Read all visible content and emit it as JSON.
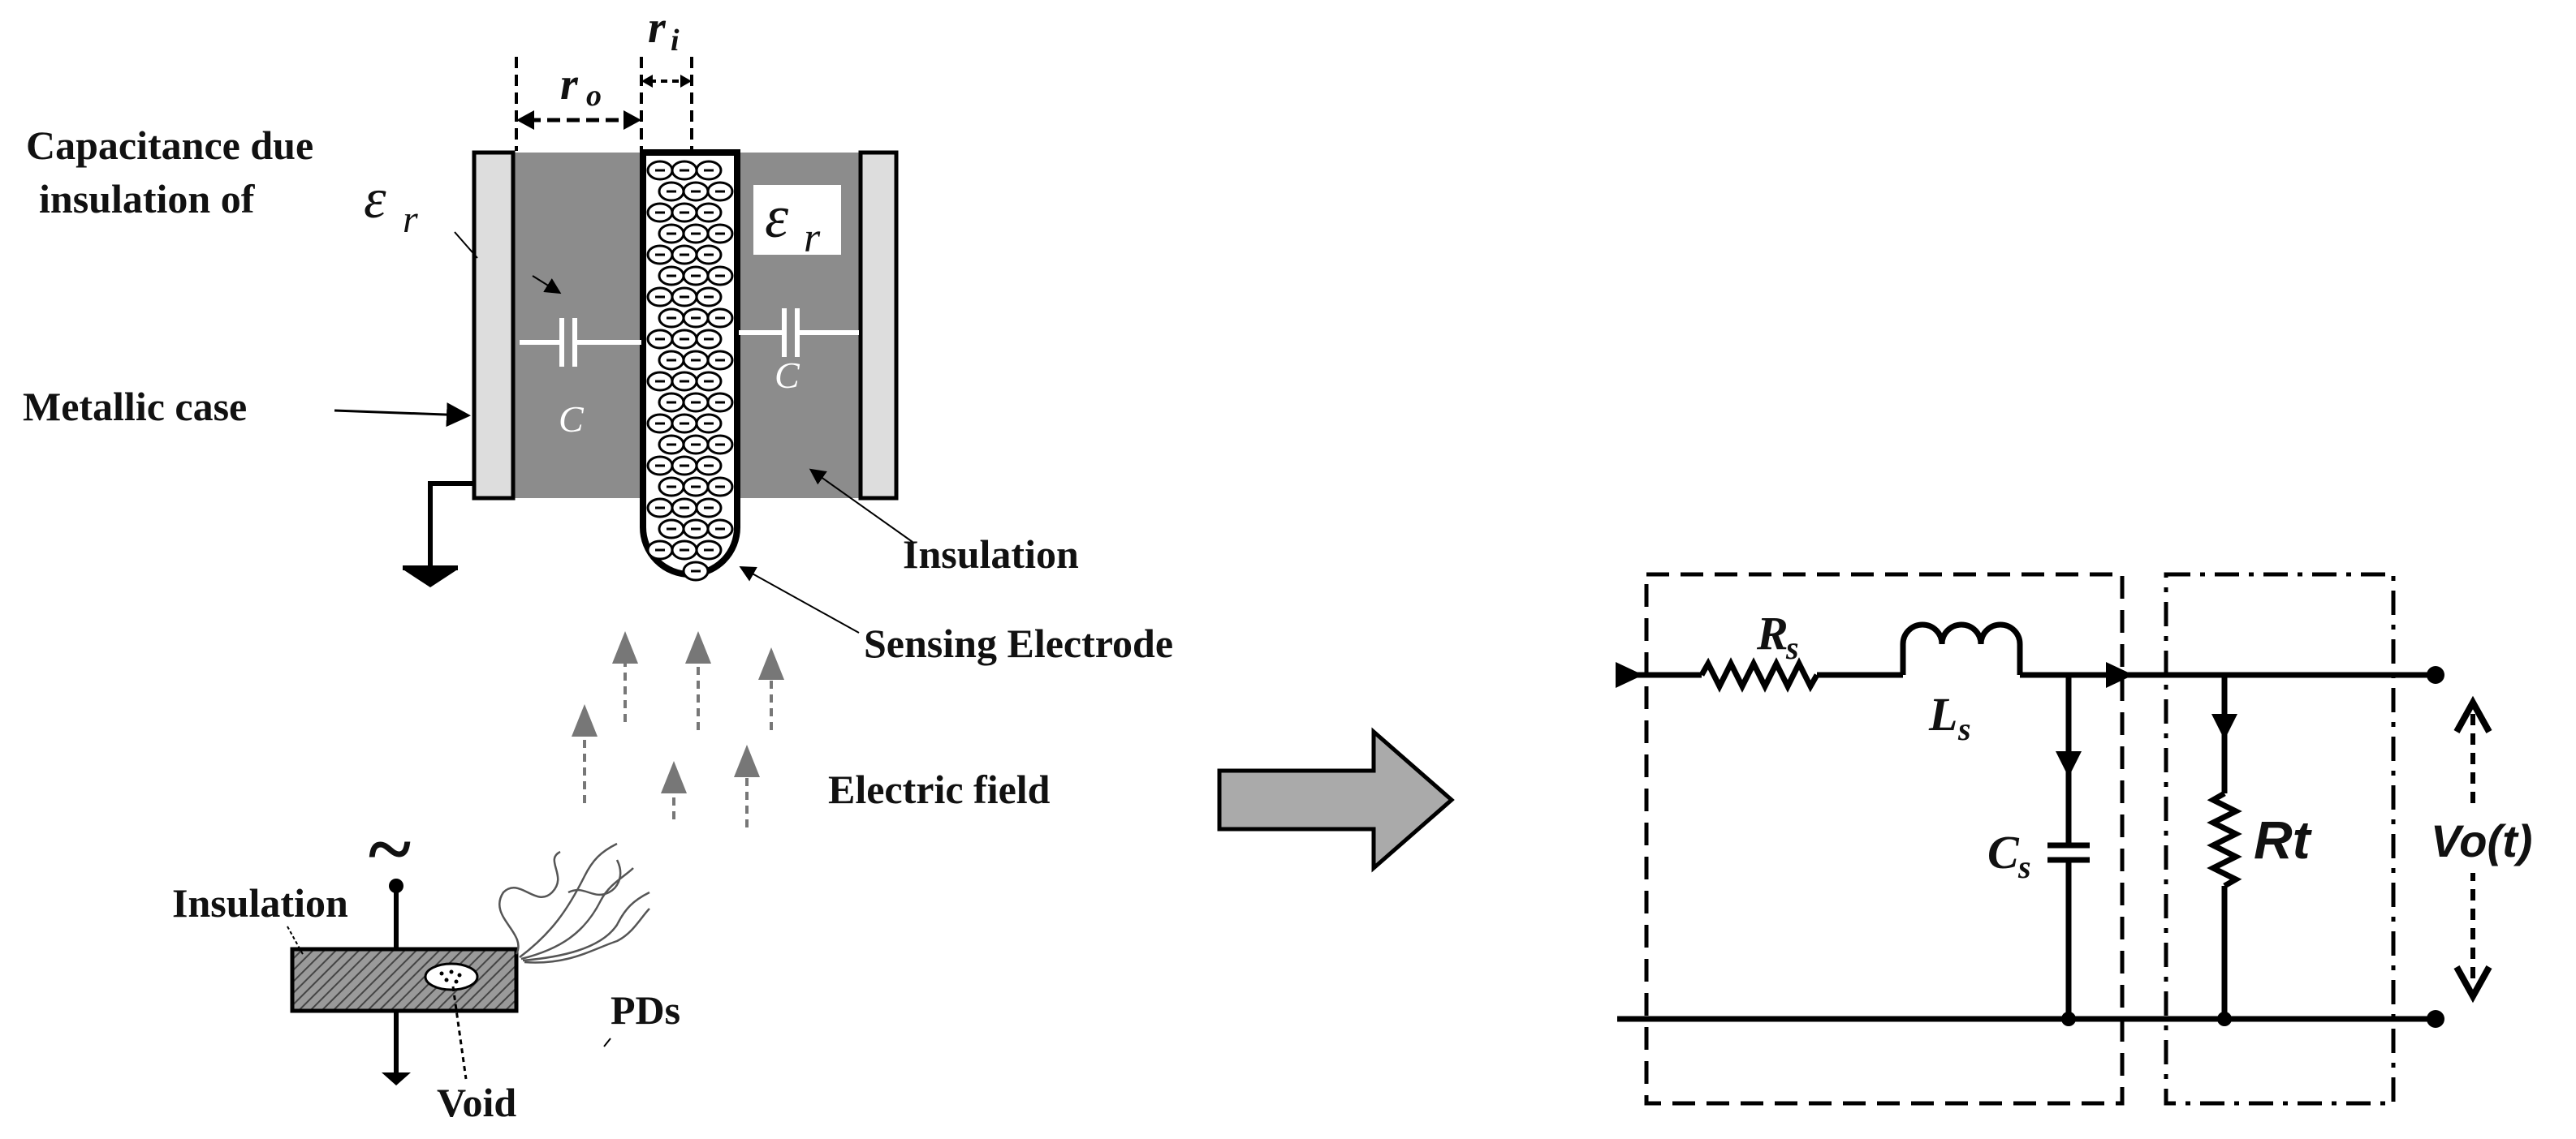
{
  "sensor": {
    "ro_label": "r",
    "ro_sub": "o",
    "ri_label": "r",
    "ri_sub": "i",
    "capacitance_label_line1": "Capacitance due",
    "capacitance_label_line2": "insulation of",
    "er_symbol": "ε",
    "er_sub": "r",
    "metallic_case_label": "Metallic case",
    "cap_left": "C",
    "cap_right": "C",
    "insulation_label": "Insulation",
    "sensing_electrode_label": "Sensing Electrode",
    "electric_field_label": "Electric field",
    "electron_symbol": "−"
  },
  "source": {
    "ac_symbol": "~",
    "insulation_label": "Insulation",
    "pds_label": "PDs",
    "void_label": "Void"
  },
  "circuit": {
    "rs_label": "R",
    "rs_sub": "s",
    "ls_label": "L",
    "ls_sub": "s",
    "cs_label": "C",
    "cs_sub": "s",
    "rt_label": "Rt",
    "vo_label": "Vo(t)"
  },
  "colors": {
    "insulation_gray": "#8c8c8c",
    "case_gray": "#dddddd",
    "arrow_gray": "#b3b3b3",
    "line": "#000000"
  }
}
